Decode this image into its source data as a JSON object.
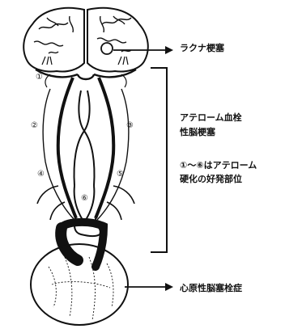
{
  "labels": {
    "lacunar_infarction": "ラクナ梗塞",
    "atherothrombotic_line1": "アテローム血栓",
    "atherothrombotic_line2": "性脳梗塞",
    "note_line1": "①〜⑥はアテローム",
    "note_line2": "硬化の好発部位",
    "cardioembolic": "心原性脳塞栓症"
  },
  "site_markers": [
    "①",
    "②",
    "③",
    "④",
    "⑤",
    "⑥"
  ],
  "colors": {
    "ink": "#111111",
    "background": "#ffffff"
  }
}
